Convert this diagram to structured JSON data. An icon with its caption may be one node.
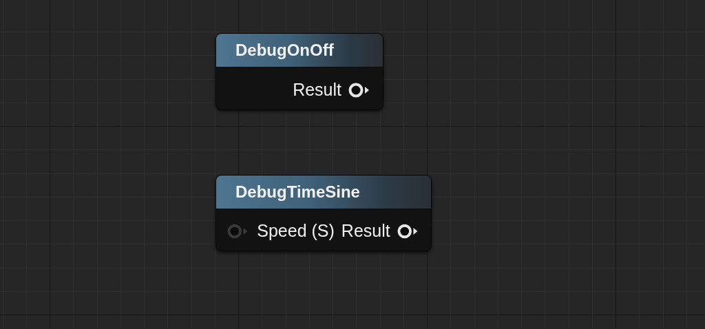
{
  "diagram": {
    "nodes": [
      {
        "text": [
          "DebugOnOff",
          "Result"
        ]
      },
      {
        "text": [
          "DebugTimeSine",
          "Speed (S)",
          "Result"
        ]
      }
    ]
  }
}
